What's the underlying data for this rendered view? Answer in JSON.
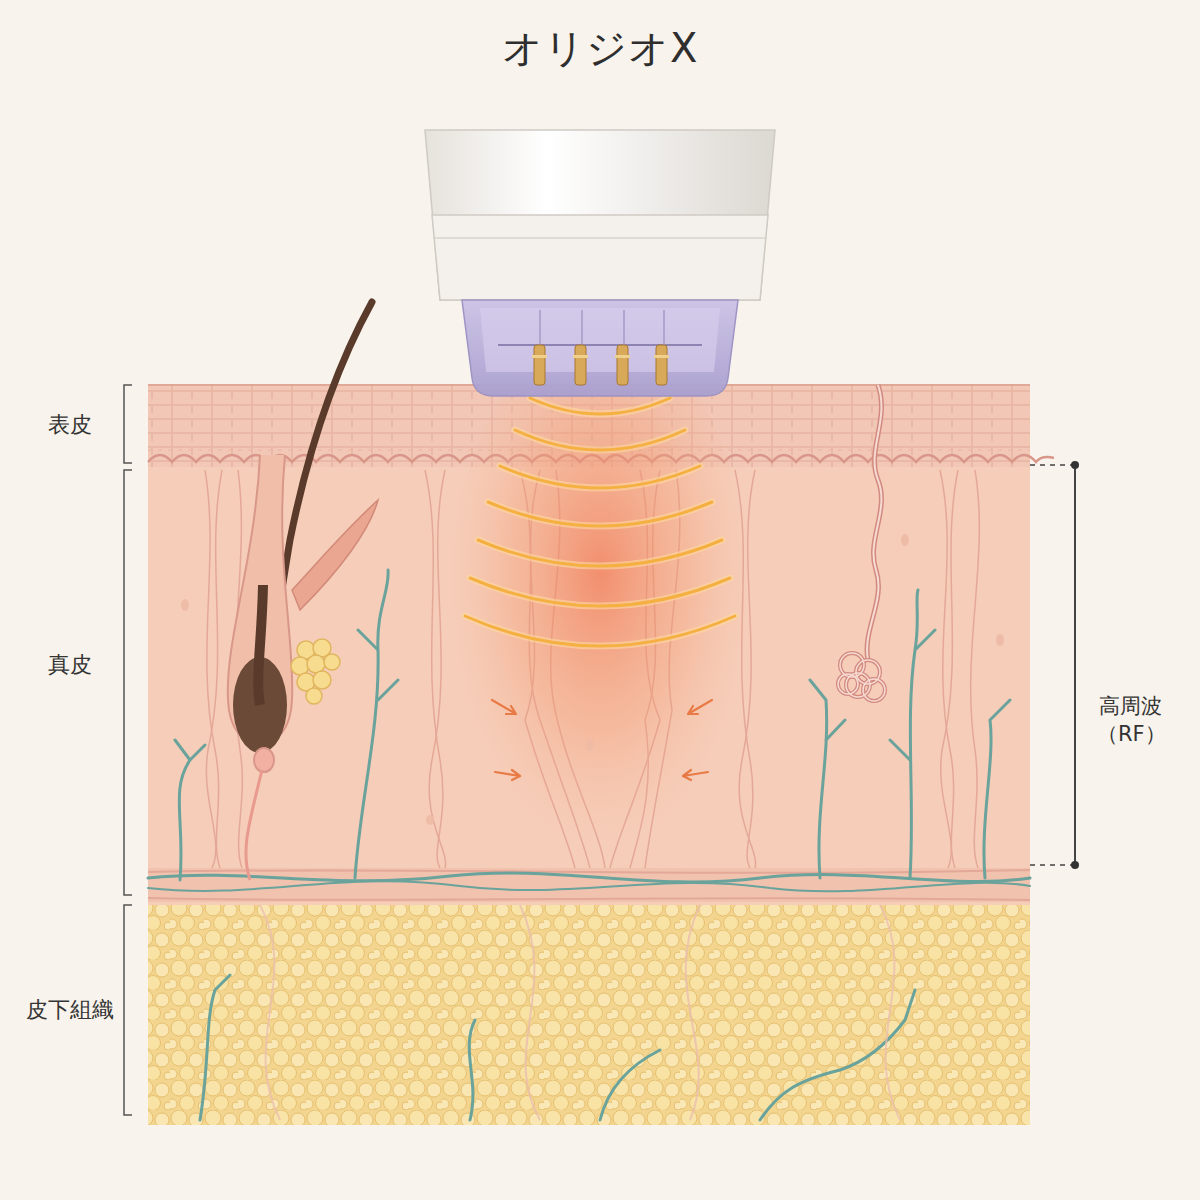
{
  "diagram": {
    "title": "オリジオX",
    "labels": [
      "表皮",
      "真皮",
      "皮下組織",
      "高周波 （RF）"
    ]
  }
}
